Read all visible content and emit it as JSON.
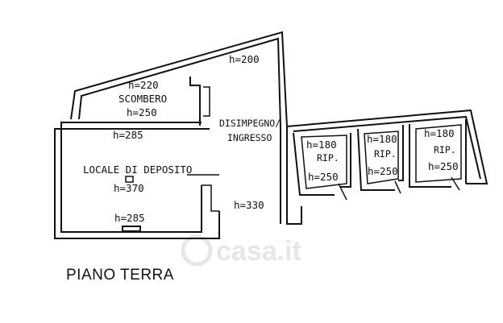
{
  "plan": {
    "heights": {
      "scombero_top": "h=220",
      "scombero_bottom": "h=250",
      "corridor_top": "h=200",
      "deposito_top": "h=285",
      "deposito_mid": "h=370",
      "deposito_bottom": "h=285",
      "corridor_bottom": "h=330",
      "rip1_top": "h=180",
      "rip1_bottom": "h=250",
      "rip2_top": "h=180",
      "rip2_bottom": "h=250",
      "rip3_top": "h=180",
      "rip3_bottom": "h=250"
    },
    "rooms": {
      "scombero": "SCOMBERO",
      "disimpegno": "DISIMPEGNO/",
      "ingresso": "INGRESSO",
      "deposito": "LOCALE DI DEPOSITO",
      "rip1": "RIP.",
      "rip2": "RIP.",
      "rip3": "RIP."
    },
    "floor_label": "PIANO TERRA",
    "watermark": "casa.it"
  }
}
